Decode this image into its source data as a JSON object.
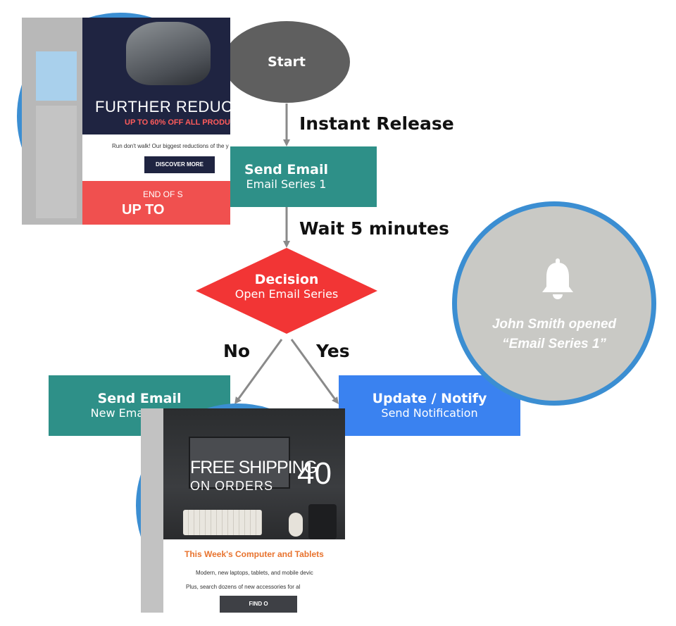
{
  "flow": {
    "start": {
      "label": "Start"
    },
    "edge_instant": {
      "label": "Instant Release"
    },
    "send_email_1": {
      "title": "Send Email",
      "subtitle": "Email Series 1"
    },
    "edge_wait": {
      "label": "Wait 5 minutes"
    },
    "decision": {
      "title": "Decision",
      "subtitle": "Open Email Series"
    },
    "edge_no": {
      "label": "No"
    },
    "edge_yes": {
      "label": "Yes"
    },
    "send_email_new": {
      "title": "Send Email",
      "subtitle": "New Email Series"
    },
    "update_notify": {
      "title": "Update / Notify",
      "subtitle": "Send Notification"
    }
  },
  "notification_bubble": {
    "icon": "bell-icon",
    "line1": "John Smith opened",
    "line2": "“Email Series 1”"
  },
  "email_preview_top": {
    "headline": "FURTHER REDUC",
    "offer": "UP TO 60% OFF ALL PRODU",
    "body": "Run don't walk! Our biggest reductions of the y",
    "button": "DISCOVER MORE",
    "banner_line1": "END OF S",
    "banner_line2": "UP TO"
  },
  "email_preview_bottom": {
    "headline1": "FREE SHIPPING",
    "headline2": "ON ORDERS",
    "headline_amount": "40",
    "section_title": "This Week's Computer and Tablets",
    "body1": "Modern, new laptops, tablets, and mobile devic",
    "body2": "Plus, search dozens of new accessories for al",
    "button": "FIND O"
  },
  "colors": {
    "start_node": "#5f5f5f",
    "email_node": "#2e9088",
    "decision_node": "#f23535",
    "notify_node": "#3a82f0",
    "circle_border": "#3b8ed2",
    "bubble_fill": "#c9c9c5",
    "arrow": "#8a8a8a"
  }
}
